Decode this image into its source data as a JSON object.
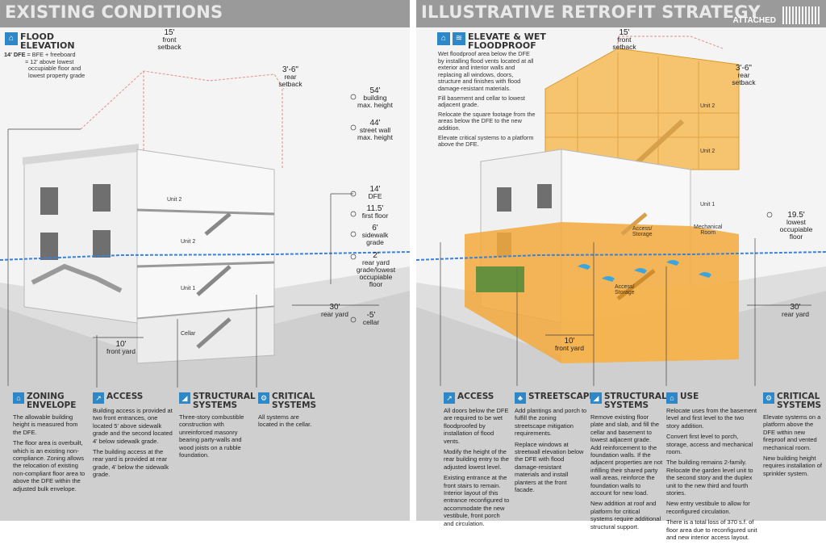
{
  "left": {
    "title": "EXISTING CONDITIONS",
    "flood": {
      "heading_line1": "FLOOD",
      "heading_line2": "ELEVATION",
      "dfe_label": "14' DFE",
      "dfe_line1": "= BFE + freeboard",
      "dfe_line2": "= 12' above lowest",
      "dfe_line3": "occupiable floor and",
      "dfe_line4": "lowest property grade"
    },
    "dims": [
      {
        "value": "15'",
        "label": "front\nsetback"
      },
      {
        "value": "3'-6\"",
        "label": "rear\nsetback"
      },
      {
        "value": "54'",
        "label": "building\nmax. height"
      },
      {
        "value": "44'",
        "label": "street wall\nmax. height"
      },
      {
        "value": "14'",
        "label": "DFE"
      },
      {
        "value": "11.5'",
        "label": "first floor"
      },
      {
        "value": "6'",
        "label": "sidewalk\ngrade"
      },
      {
        "value": "2'",
        "label": "rear yard\ngrade/lowest\noccupiable\nfloor"
      },
      {
        "value": "30'",
        "label": "rear yard"
      },
      {
        "value": "-5'",
        "label": "cellar"
      },
      {
        "value": "10'",
        "label": "front yard"
      }
    ],
    "rooms": [
      "Unit 2",
      "Unit 2",
      "Unit 1",
      "Cellar"
    ],
    "columns": [
      {
        "title1": "ZONING",
        "title2": "ENVELOPE",
        "icon": "zoning-icon",
        "paras": [
          "The allowable building height is measured from the DFE.",
          "The floor area is overbuilt, which is an existing non-compliance. Zoning allows the relocation of existing non-compliant floor area to above the DFE within the adjusted bulk envelope."
        ]
      },
      {
        "title1": "ACCESS",
        "title2": "",
        "icon": "access-icon",
        "paras": [
          "Building access is provided at two front entrances, one located 5' above sidewalk grade and the second located 4' below sidewalk grade.",
          "The building access at the rear yard is provided at rear grade, 4' below the sidewalk grade."
        ]
      },
      {
        "title1": "STRUCTURAL",
        "title2": "SYSTEMS",
        "icon": "structural-icon",
        "paras": [
          "Three-story combustible construction with unreinforced masonry bearing party-walls and wood joists on a rubble foundation."
        ]
      },
      {
        "title1": "CRITICAL",
        "title2": "SYSTEMS",
        "icon": "critical-icon",
        "paras": [
          "All systems are located in the cellar."
        ]
      }
    ]
  },
  "right": {
    "title": "ILLUSTRATIVE RETROFIT STRATEGY",
    "badge": "ATTACHED",
    "strategy": {
      "heading_line1": "ELEVATE & WET",
      "heading_line2": "FLOODPROOF",
      "paras": [
        "Wet floodproof area below the DFE by installing flood vents located at all exterior and interior walls and replacing all windows, doors, structure and finishes with flood damage-resistant materials.",
        "Fill basement and cellar to lowest adjacent grade.",
        "Relocate the square footage from the areas below the DFE to the new addition.",
        "Elevate critical systems to a platform above the DFE."
      ]
    },
    "dims": [
      {
        "value": "15'",
        "label": "front\nsetback"
      },
      {
        "value": "3'-6\"",
        "label": "rear\nsetback"
      },
      {
        "value": "19.5'",
        "label": "lowest\noccupiable\nfloor"
      },
      {
        "value": "30'",
        "label": "rear yard"
      },
      {
        "value": "10'",
        "label": "front yard"
      }
    ],
    "rooms": [
      "Unit 2",
      "Unit 2",
      "Unit 1",
      "Access/\nStorage",
      "Mechanical\nRoom",
      "Access/\nStorage"
    ],
    "columns": [
      {
        "title1": "ACCESS",
        "title2": "",
        "icon": "access-icon",
        "paras": [
          "All doors below the DFE are required to be wet floodproofed by installation of flood vents.",
          "Modify the height of the rear building entry to the adjusted lowest level.",
          "Existing entrance at the front stairs to remain. Interior layout of this entrance reconfigured to accommodate the new vestibule, front porch and circulation."
        ]
      },
      {
        "title1": "STREETSCAPE",
        "title2": "",
        "icon": "streetscape-icon",
        "paras": [
          "Add plantings and porch to fulfill the zoning streetscape mitigation requirements.",
          "Replace windows at streetwall elevation below the DFE with flood damage-resistant materials and install planters at the front facade."
        ]
      },
      {
        "title1": "STRUCTURAL",
        "title2": "SYSTEMS",
        "icon": "structural-icon",
        "paras": [
          "Remove existing floor plate and slab, and fill the cellar and basement to lowest adjacent grade. Add reinforcement to the foundation walls. If the adjacent properties are not infilling their shared party wall areas, reinforce the foundation walls to account for new load.",
          "New addition at roof and platform for critical systems require additional structural support."
        ]
      },
      {
        "title1": "USE",
        "title2": "",
        "icon": "use-icon",
        "paras": [
          "Relocate uses from the basement level and first level to the two story addition.",
          "Convert first level to porch, storage, access and mechanical room.",
          "The building remains 2-family. Relocate the garden level unit to the second story and the duplex unit to the new third and fourth stories.",
          "New entry vestibule to allow for reconfigured circulation.",
          "There is a total loss of 370 s.f. of floor area due to reconfigured unit and new interior access layout."
        ]
      },
      {
        "title1": "CRITICAL",
        "title2": "SYSTEMS",
        "icon": "critical-icon",
        "paras": [
          "Elevate systems on a platform above the DFE within new fireproof and vented mechanical room.",
          "New building height requires installation of sprinkler system."
        ]
      }
    ]
  },
  "colors": {
    "band": "#9a9a9a",
    "accent_blue": "#2e87c6",
    "retrofit_orange": "#f3a93c",
    "flood_line": "#3b82d6",
    "setback_pink": "#e58d8d"
  }
}
